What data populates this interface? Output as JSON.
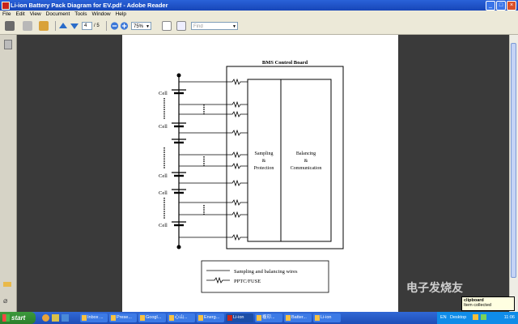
{
  "window": {
    "title": "Li-ion Battery Pack Diagram for EV.pdf - Adobe Reader"
  },
  "menu": [
    "File",
    "Edit",
    "View",
    "Document",
    "Tools",
    "Window",
    "Help"
  ],
  "toolbar": {
    "page_current": "4",
    "page_total": "/ 5",
    "zoom": "75%",
    "find_placeholder": "Find"
  },
  "diagram": {
    "board_title": "BMS Control Board",
    "cell_label": "Cell",
    "sampling_lines": [
      "Sampling",
      "&",
      "Protection"
    ],
    "balancing_lines": [
      "Balancing",
      "&",
      "Communication"
    ],
    "legend_wire": "Sampling and balancing wires",
    "legend_fuse": "PPTC/FUSE"
  },
  "taskbar": {
    "start_label": "start",
    "tasks": [
      "Inbox ...",
      "Prese...",
      "Googl...",
      "心山...",
      "Energ...",
      "Li-ion",
      "複印...",
      "Batter...",
      "Li-ion"
    ],
    "tray_lang": "EN",
    "tray_desktop": "Desktop",
    "clock": "11:06"
  },
  "watermark": "电子发烧友",
  "tooltip": {
    "title": "clipboard",
    "body": "Item collected"
  }
}
